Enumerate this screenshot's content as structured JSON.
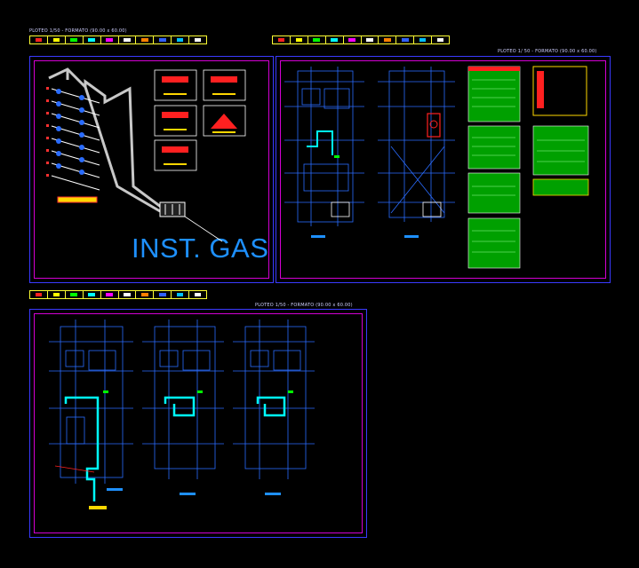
{
  "title": "INST. GAS",
  "ploteo_labels": [
    "PLOTEO 1/50 - FORMATO (90.00 x 60.00)",
    "PLOTEO 1/ 50 - FORMATO (90.00 x 60.00)",
    "PLOTEO 1/50 - FORMATO (90.00 x 60.00)"
  ],
  "legend_colors": [
    "#ff2020",
    "#ffff00",
    "#00ff00",
    "#00ffff",
    "#ff00ff",
    "#ffffff",
    "#ff8000",
    "#3060ff",
    "#00c0ff",
    "#ffffff"
  ],
  "colors": {
    "frame": "#3a3aff",
    "inner_frame": "#d400d4",
    "gas_pipe": "#00ffff",
    "riser_pipe": "#c8c8c8",
    "plan_lines": "#2a6cff",
    "notes_fill": "#00b000",
    "detail_fill": "#ff1a1a"
  }
}
